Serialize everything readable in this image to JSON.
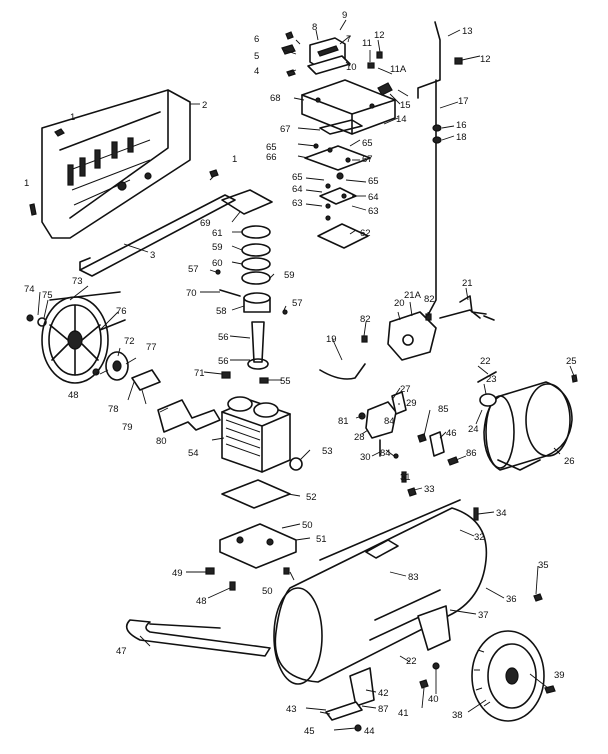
{
  "parts": {
    "p1a": "1",
    "p1b": "1",
    "p1c": "1",
    "p2": "2",
    "p3": "3",
    "p4": "4",
    "p5": "5",
    "p6": "6",
    "p7": "7",
    "p8": "8",
    "p9": "9",
    "p10": "10",
    "p11": "11",
    "p11a": "11A",
    "p12a": "12",
    "p12b": "12",
    "p13": "13",
    "p14": "14",
    "p15": "15",
    "p16": "16",
    "p17": "17",
    "p18": "18",
    "p19": "19",
    "p20": "20",
    "p21": "21",
    "p21a": "21A",
    "p22a": "22",
    "p22b": "22",
    "p23": "23",
    "p24": "24",
    "p25": "25",
    "p26": "26",
    "p27": "27",
    "p28": "28",
    "p29": "29",
    "p30": "30",
    "p31": "31",
    "p32": "32",
    "p33": "33",
    "p34": "34",
    "p35": "35",
    "p36": "36",
    "p37": "37",
    "p38": "38",
    "p39": "39",
    "p40": "40",
    "p41": "41",
    "p42": "42",
    "p43": "43",
    "p44": "44",
    "p45": "45",
    "p46": "46",
    "p47": "47",
    "p48a": "48",
    "p48b": "48",
    "p49": "49",
    "p50a": "50",
    "p50b": "50",
    "p51": "51",
    "p52": "52",
    "p53": "53",
    "p54": "54",
    "p55": "55",
    "p56a": "56",
    "p56b": "56",
    "p57a": "57",
    "p57b": "57",
    "p58": "58",
    "p59a": "59",
    "p59b": "59",
    "p60": "60",
    "p61": "61",
    "p62": "62",
    "p63a": "63",
    "p63b": "63",
    "p64a": "64",
    "p64b": "64",
    "p65a": "65",
    "p65b": "65",
    "p65c": "65",
    "p65d": "65",
    "p66": "66",
    "p67a": "67",
    "p67b": "67",
    "p68": "68",
    "p69": "69",
    "p70": "70",
    "p71": "71",
    "p72": "72",
    "p73": "73",
    "p74": "74",
    "p75": "75",
    "p76": "76",
    "p77": "77",
    "p78": "78",
    "p79": "79",
    "p80": "80",
    "p81": "81",
    "p82a": "82",
    "p82b": "82",
    "p83": "83",
    "p84a": "84",
    "p84b": "84",
    "p85": "85",
    "p86": "86",
    "p87": "87"
  }
}
